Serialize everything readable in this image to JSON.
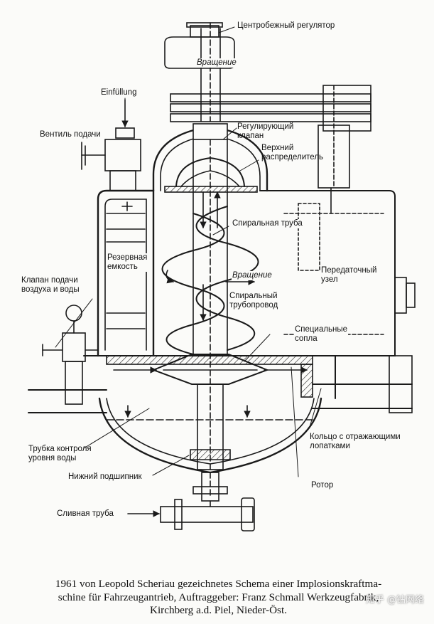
{
  "labels": {
    "centrifugal_governor": "Центробежный регулятор",
    "rotation_top": "Вращение",
    "einfullung": "Einfüllung",
    "feed_valve": "Вентиль подачи",
    "control_valve": "Регулирующий\nклапан",
    "upper_distributor": "Верхний\nраспределитель",
    "spiral_tube": "Спиральная труба",
    "reserve_tank": "Резервная\nемкость",
    "transmission_unit": "Передаточный\nузел",
    "air_water_valve": "Клапан подачи\nвоздуха и воды",
    "rotation_mid": "Вращение",
    "spiral_pipeline": "Спиральный\nтрубопровод",
    "special_nozzles": "Специальные\nсопла",
    "ring_blades": "Кольцо с отражающими\nлопатками",
    "level_tube": "Трубка контроля\nуровня воды",
    "lower_bearing": "Нижний подшипник",
    "rotor": "Ротор",
    "drain_pipe": "Сливная труба"
  },
  "caption": "1961 von Leopold Scheriau gezeichnetes Schema einer Implosionskraftma-\nschine für Fahrzeugantrieb, Auftraggeber: Franz Schmall Werkzeugfabrik,\nKirchberg a.d. Piel, Nieder-Öst.",
  "watermark": "知乎 @钻网络"
}
